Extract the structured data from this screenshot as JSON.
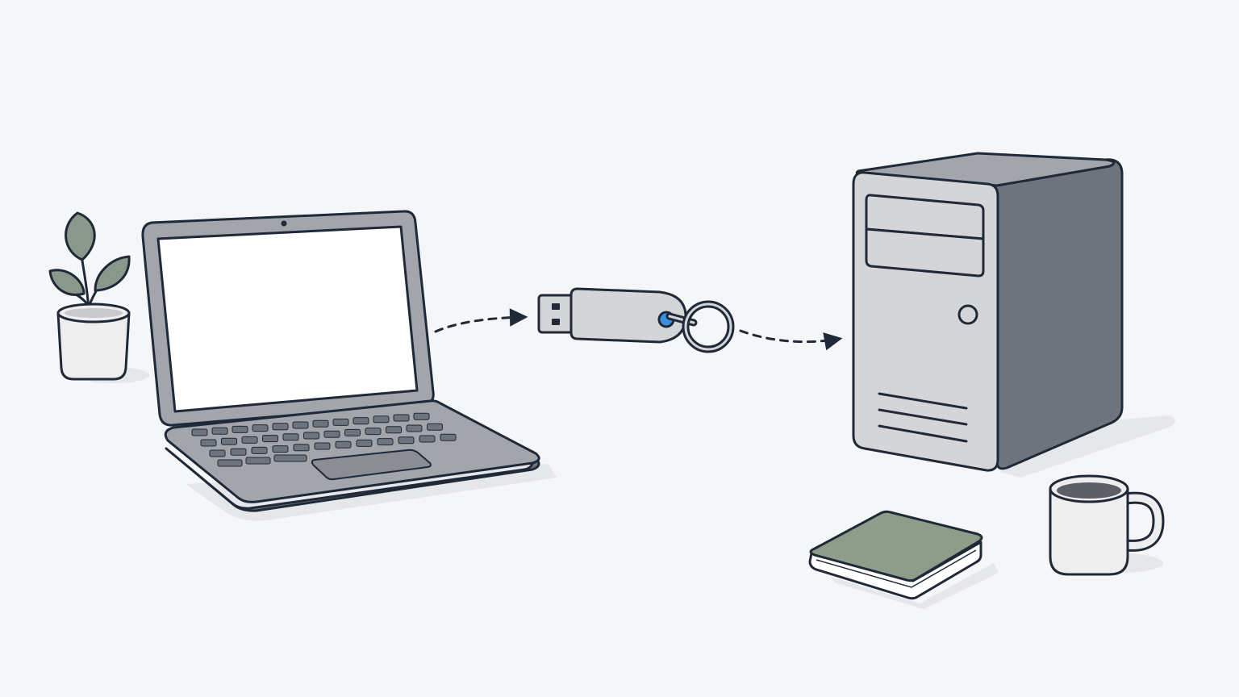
{
  "scene": {
    "background": "#f5f6f8",
    "objects": [
      "plant-pot",
      "laptop",
      "usb-flash-drive",
      "key-ring",
      "desktop-tower",
      "book",
      "coffee-mug"
    ],
    "arrows": [
      "laptop-to-usb-arrow",
      "usb-to-tower-arrow"
    ]
  },
  "colors": {
    "outline": "#1f2937",
    "device_light": "#d4d5d9",
    "device_mid": "#a2a5ab",
    "device_dark": "#6e737d",
    "screen": "#ffffff",
    "leaf": "#8c978c",
    "book_cover": "#909c8a",
    "ceramic": "#eeeeee",
    "led_blue": "#3b8fe0",
    "shadow": "#e6e7ea"
  }
}
